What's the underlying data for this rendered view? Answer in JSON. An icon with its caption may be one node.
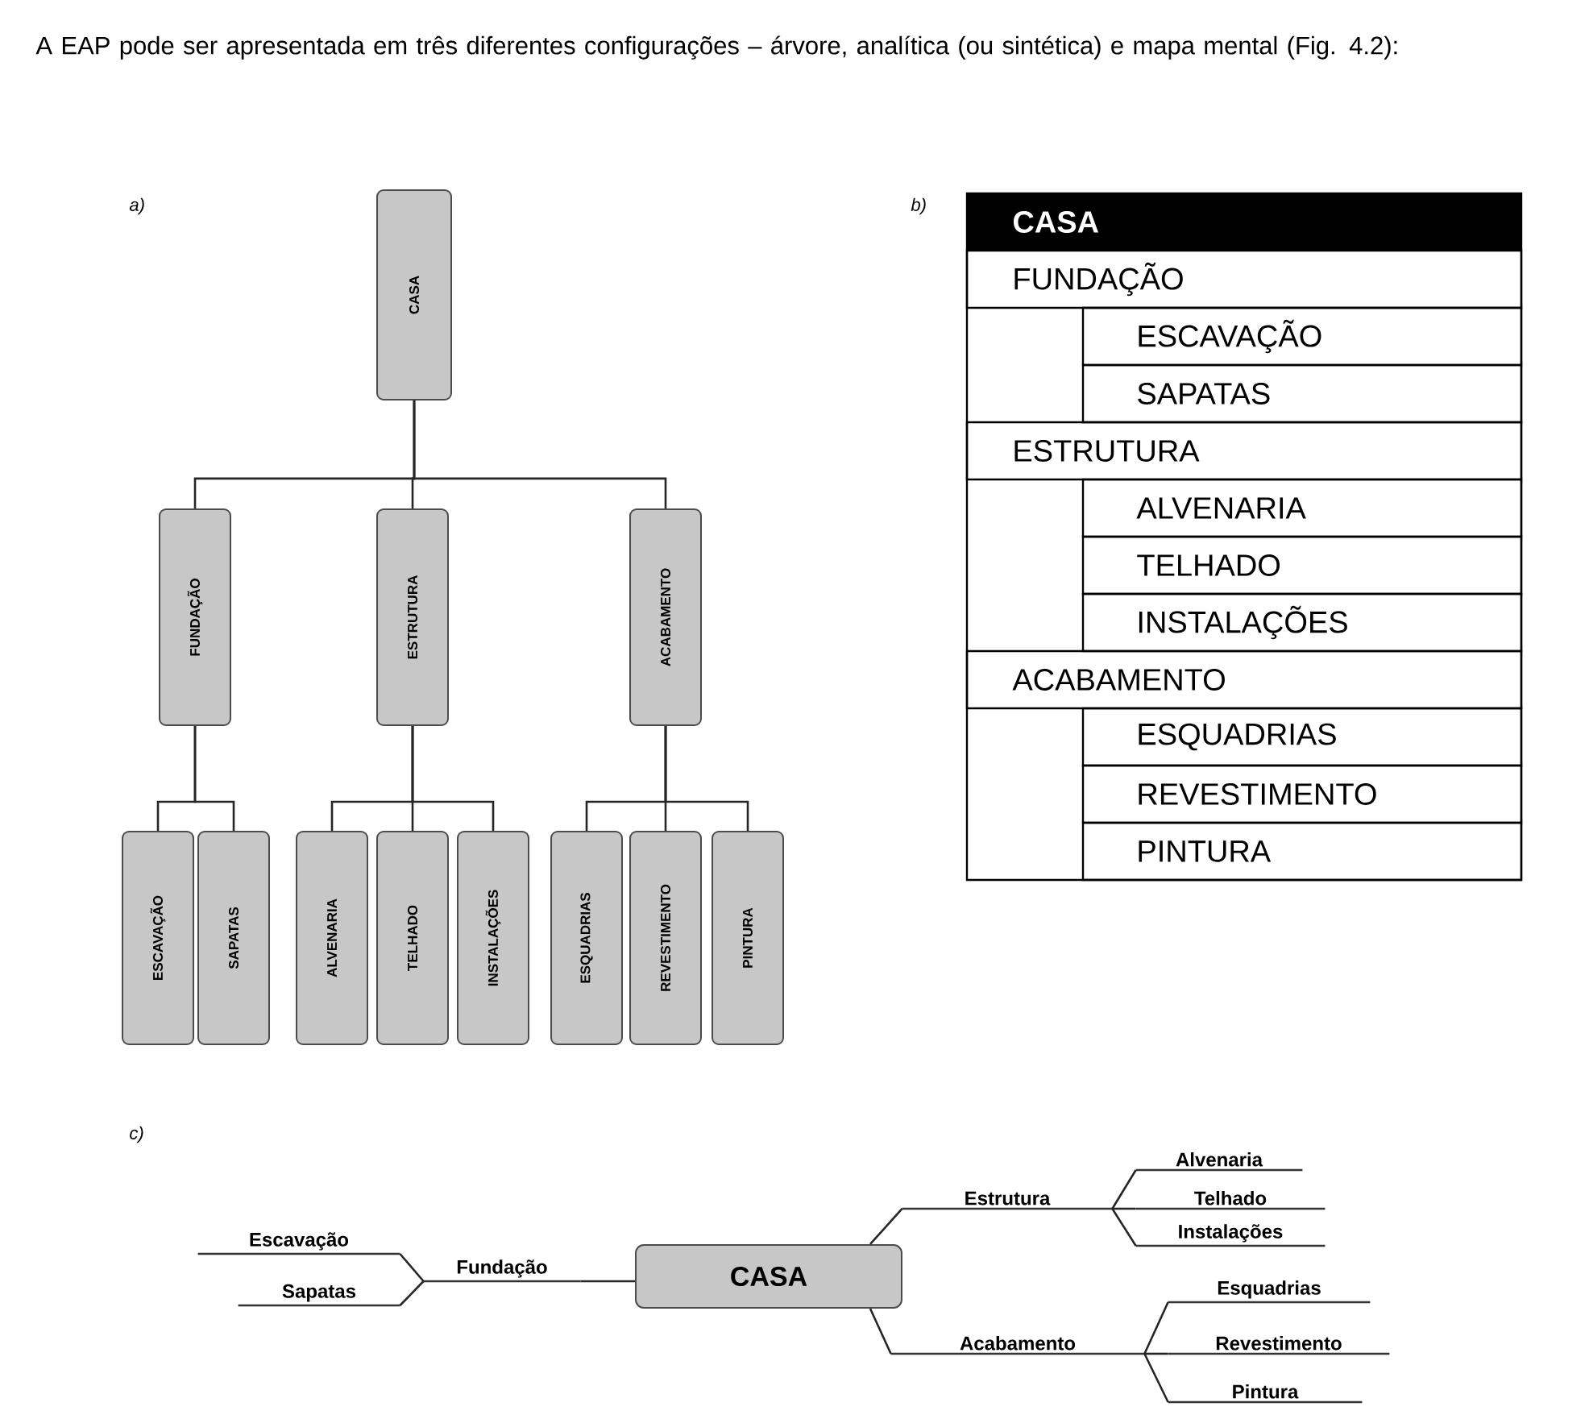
{
  "diagram": {
    "title": "A EAP pode ser apresentada em três diferentes configurações – árvore, analítica (ou sintética) e mapa mental (Fig. 4.2):",
    "nodes": [
      {
        "text": [
          "CASA"
        ]
      },
      {
        "text": [
          "FUNDAÇÃO"
        ]
      },
      {
        "text": [
          "ESTRUTURA"
        ]
      },
      {
        "text": [
          "ACABAMENTO"
        ]
      },
      {
        "text": [
          "ESCAVAÇÃO"
        ]
      },
      {
        "text": [
          "SAPATAS"
        ]
      },
      {
        "text": [
          "ALVENARIA"
        ]
      },
      {
        "text": [
          "TELHADO"
        ]
      },
      {
        "text": [
          "INSTALAÇÕES"
        ]
      },
      {
        "text": [
          "ESQUADRIAS"
        ]
      },
      {
        "text": [
          "REVESTIMENTO"
        ]
      },
      {
        "text": [
          "PINTURA"
        ]
      },
      {
        "text": [
          "CASA"
        ]
      },
      {
        "text": [
          "Fundação"
        ]
      },
      {
        "text": [
          "Escavação"
        ]
      },
      {
        "text": [
          "Sapatas"
        ]
      },
      {
        "text": [
          "Estrutura"
        ]
      },
      {
        "text": [
          "Alvenaria"
        ]
      },
      {
        "text": [
          "Telhado"
        ]
      },
      {
        "text": [
          "Instalações"
        ]
      },
      {
        "text": [
          "Acabamento"
        ]
      },
      {
        "text": [
          "Esquadrias"
        ]
      },
      {
        "text": [
          "Revestimento"
        ]
      },
      {
        "text": [
          "Pintura"
        ]
      }
    ],
    "edges": [
      {
        "from": 0,
        "to": 1,
        "arrow": "none"
      },
      {
        "from": 0,
        "to": 2,
        "arrow": "none"
      },
      {
        "from": 0,
        "to": 3,
        "arrow": "none"
      },
      {
        "from": 1,
        "to": 4,
        "arrow": "none"
      },
      {
        "from": 1,
        "to": 5,
        "arrow": "none"
      },
      {
        "from": 2,
        "to": 6,
        "arrow": "none"
      },
      {
        "from": 2,
        "to": 7,
        "arrow": "none"
      },
      {
        "from": 2,
        "to": 8,
        "arrow": "none"
      },
      {
        "from": 3,
        "to": 9,
        "arrow": "none"
      },
      {
        "from": 3,
        "to": 10,
        "arrow": "none"
      },
      {
        "from": 3,
        "to": 11,
        "arrow": "none"
      },
      {
        "from": 12,
        "to": 13,
        "arrow": "none"
      },
      {
        "from": 13,
        "to": 14,
        "arrow": "none"
      },
      {
        "from": 13,
        "to": 15,
        "arrow": "none"
      },
      {
        "from": 12,
        "to": 16,
        "arrow": "none"
      },
      {
        "from": 16,
        "to": 17,
        "arrow": "none"
      },
      {
        "from": 16,
        "to": 18,
        "arrow": "none"
      },
      {
        "from": 16,
        "to": 19,
        "arrow": "none"
      },
      {
        "from": 12,
        "to": 20,
        "arrow": "none"
      },
      {
        "from": 20,
        "to": 21,
        "arrow": "none"
      },
      {
        "from": 20,
        "to": 22,
        "arrow": "none"
      },
      {
        "from": 20,
        "to": 23,
        "arrow": "none"
      }
    ],
    "labels": [
      "a)",
      "b)",
      "CASA",
      "FUNDAÇÃO",
      "ESCAVAÇÃO",
      "SAPATAS",
      "ESTRUTURA",
      "ALVENARIA",
      "TELHADO",
      "INSTALAÇÕES",
      "ACABAMENTO",
      "ESQUADRIAS",
      "REVESTIMENTO",
      "PINTURA",
      "c)"
    ]
  }
}
